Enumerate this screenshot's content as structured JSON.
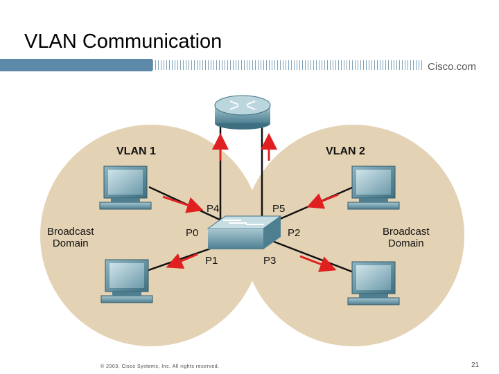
{
  "title": "VLAN Communication",
  "brand": "Cisco.com",
  "colors": {
    "domain_fill": "#e4d2b4",
    "header_bar": "#5d8aa8",
    "arrow": "#e02020"
  },
  "vlans": [
    {
      "label": "VLAN 1",
      "domain_label": "Broadcast\nDomain"
    },
    {
      "label": "VLAN 2",
      "domain_label": "Broadcast\nDomain"
    }
  ],
  "ports": [
    "P0",
    "P1",
    "P2",
    "P3",
    "P4",
    "P5"
  ],
  "icons": {
    "router": "router-icon",
    "switch": "switch-icon",
    "pc": "pc-icon"
  },
  "footer": "© 2003, Cisco Systems, Inc. All rights reserved.",
  "page_number": "21"
}
